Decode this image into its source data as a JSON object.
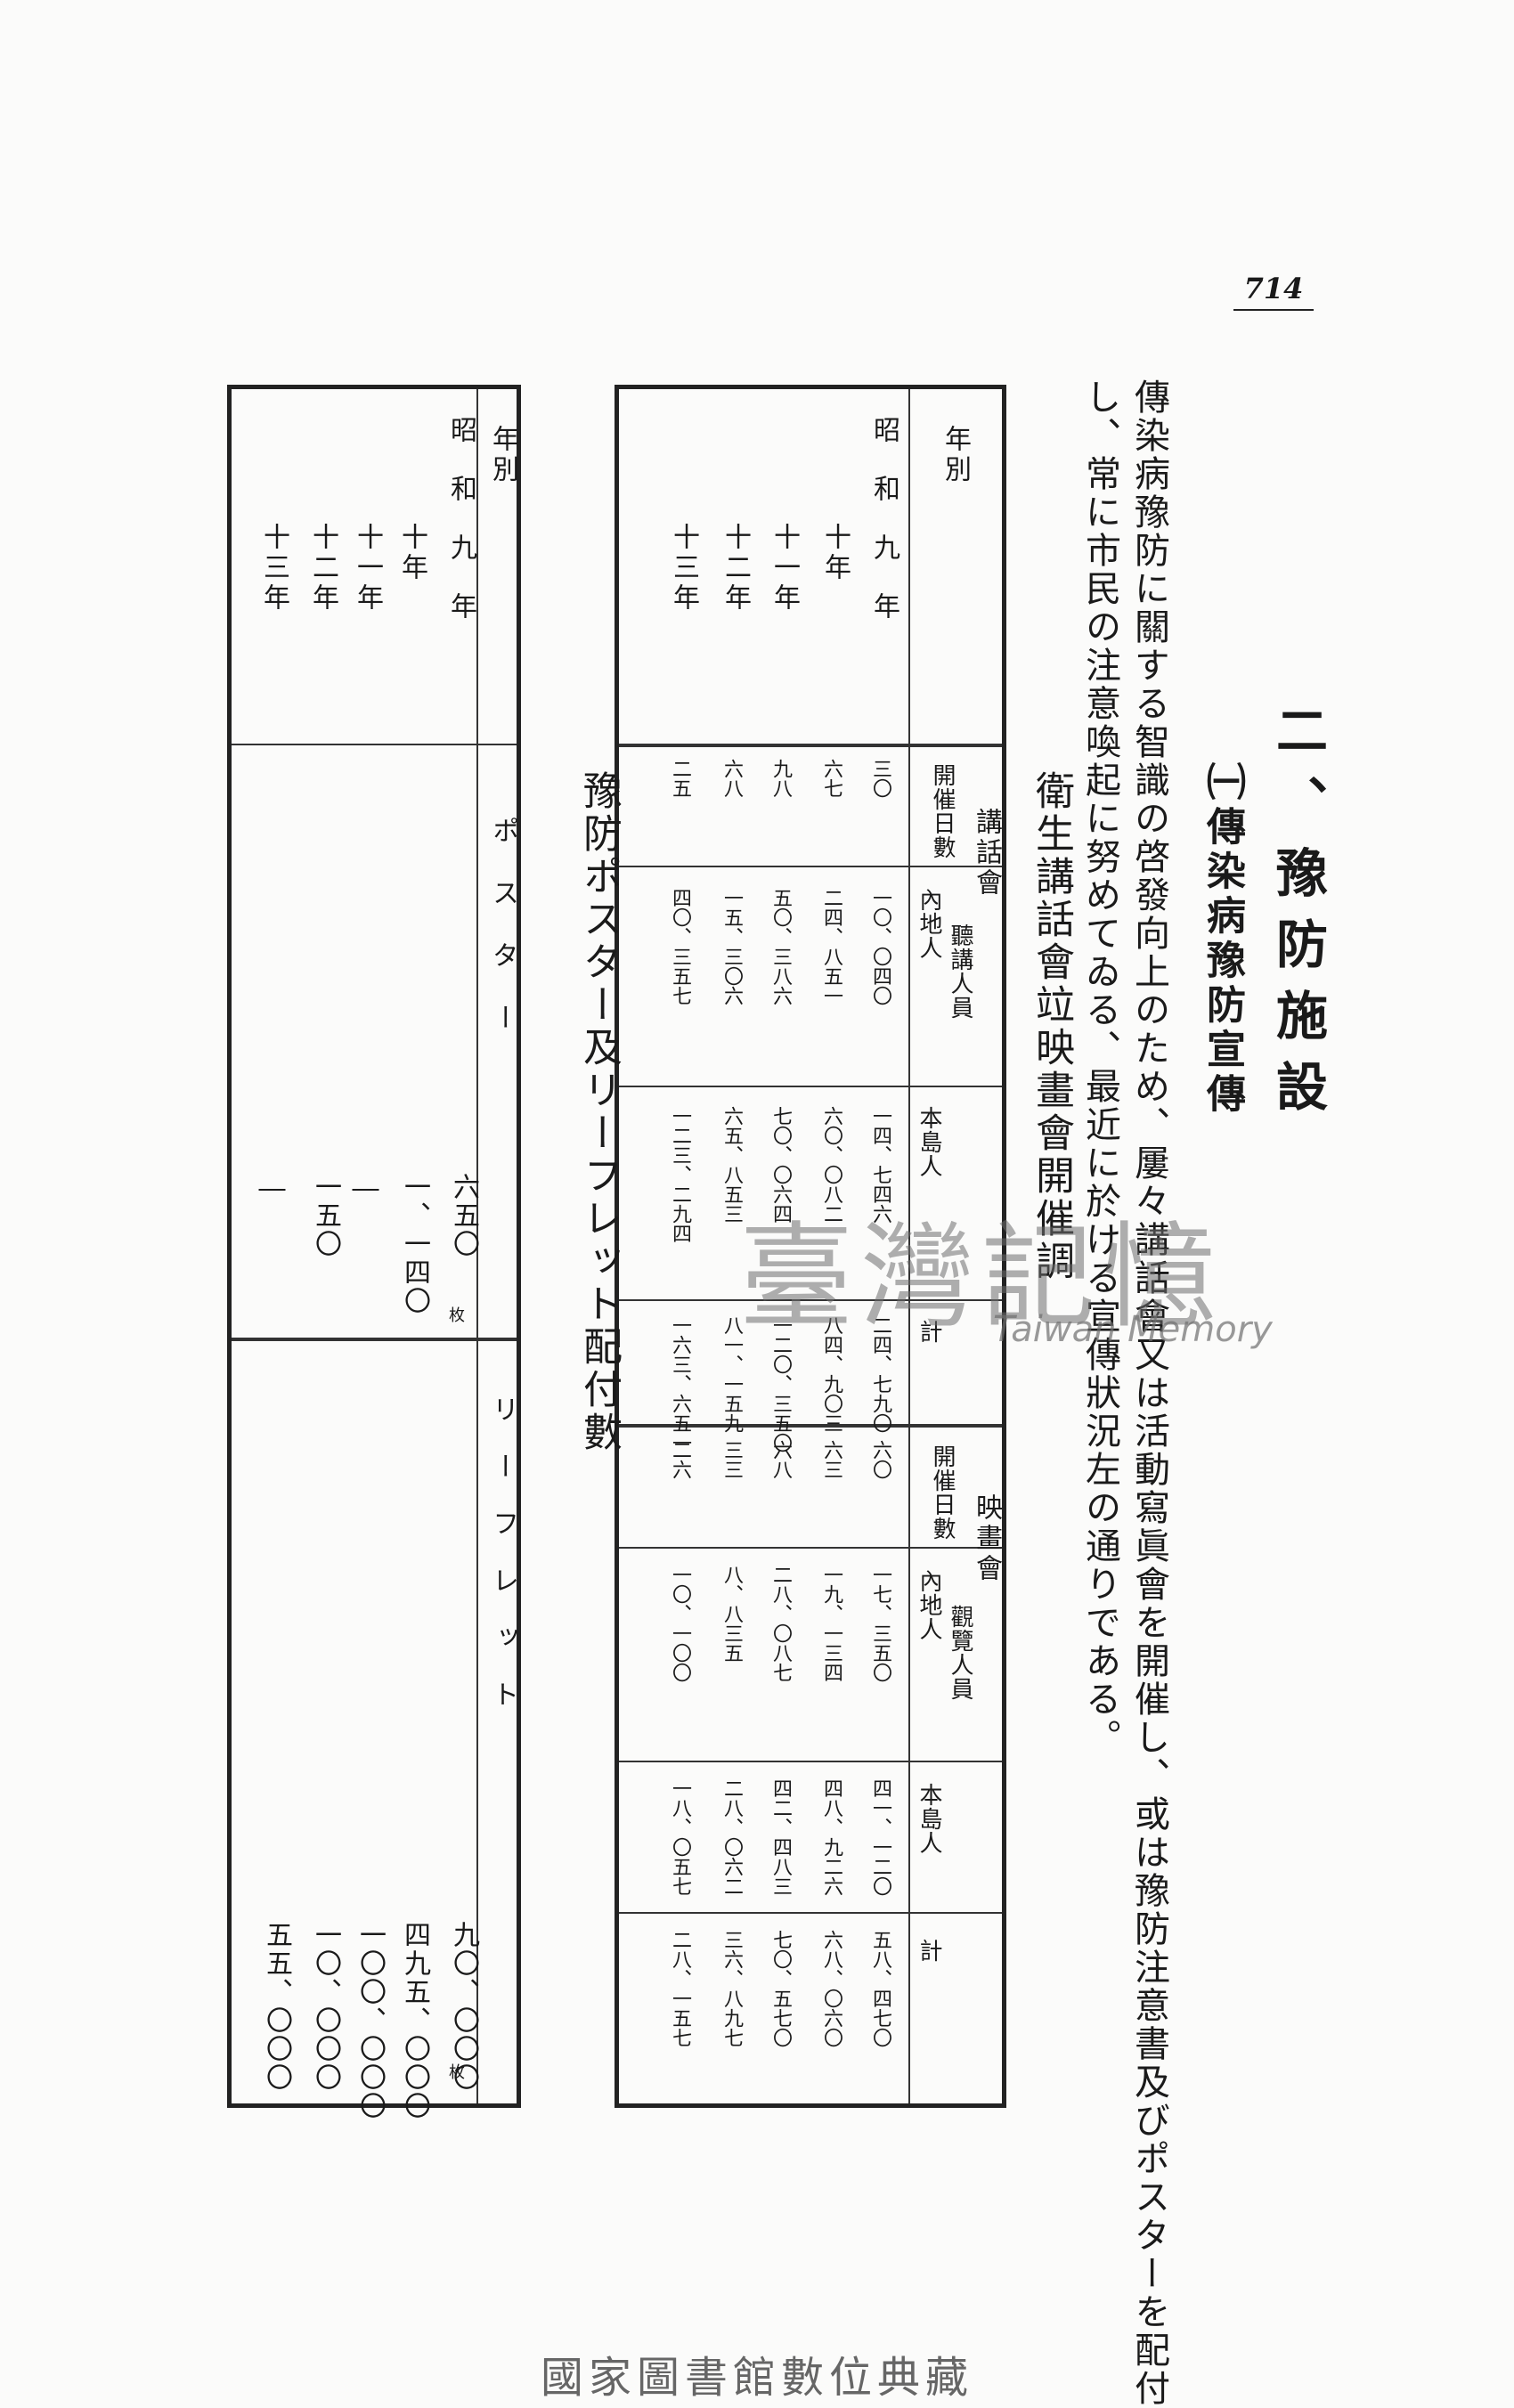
{
  "page_number": "714",
  "section_title": "二、豫防施設",
  "subsection_title": "㈠傳染病豫防宣傳",
  "paragraph": [
    "傳染病豫防に關する智識の啓發向上のため、屢々講話會又は活動寫眞會を開催し、或は豫防注意書及びポスターを配付",
    "し、常に市民の注意喚起に努めてゐる、最近に於ける宣傳狀況左の通りである。"
  ],
  "table1": {
    "caption": "衛生講話會竝映畫會開催調",
    "header_year": "年別",
    "group_lecture": "講話會",
    "group_film": "映畫會",
    "col_days": "開催日數",
    "col_attend_lecture": "聽講人員",
    "col_attend_film": "觀覽人員",
    "col_naichi": "內地人",
    "col_hontou": "本島人",
    "col_total": "計",
    "rows": [
      {
        "year": "昭和九年",
        "l_days": "三〇",
        "l_naichi": "一〇、〇四〇",
        "l_hontou": "一四、七四六",
        "l_total": "二四、七九〇",
        "f_days": "六〇",
        "f_naichi": "一七、三五〇",
        "f_hontou": "四一、一二〇",
        "f_total": "五八、四七〇"
      },
      {
        "year": "十年",
        "l_days": "六七",
        "l_naichi": "二四、八五一",
        "l_hontou": "六〇、〇八二",
        "l_total": "八四、九〇三",
        "f_days": "六三",
        "f_naichi": "一九、一三四",
        "f_hontou": "四八、九二六",
        "f_total": "六八、〇六〇"
      },
      {
        "year": "十一年",
        "l_days": "九八",
        "l_naichi": "五〇、三八六",
        "l_hontou": "七〇、〇六四",
        "l_total": "一二〇、三五〇",
        "f_days": "六八",
        "f_naichi": "二八、〇八七",
        "f_hontou": "四二、四八三",
        "f_total": "七〇、五七〇"
      },
      {
        "year": "十二年",
        "l_days": "六八",
        "l_naichi": "一五、三〇六",
        "l_hontou": "六五、八五三",
        "l_total": "八一、一五九",
        "f_days": "三三",
        "f_naichi": "八、八三五",
        "f_hontou": "二八、〇六二",
        "f_total": "三六、八九七"
      },
      {
        "year": "十三年",
        "l_days": "二五",
        "l_naichi": "四〇、三五七",
        "l_hontou": "一二三、二九四",
        "l_total": "一六三、六五一",
        "f_days": "二六",
        "f_naichi": "一〇、一〇〇",
        "f_hontou": "一八、〇五七",
        "f_total": "二八、一五七"
      }
    ]
  },
  "table2": {
    "caption": "豫防ポスター及リーフレット配付數",
    "header_year": "年別",
    "col_poster": "ポスター",
    "col_leaflet": "リーフレット",
    "unit": "枚",
    "rows": [
      {
        "year": "昭和九年",
        "poster": "六五〇",
        "leaflet": "九〇、〇〇〇"
      },
      {
        "year": "十年",
        "poster": "一、一四〇",
        "leaflet": "四九五、〇〇〇"
      },
      {
        "year": "十一年",
        "poster": "―",
        "leaflet": "一〇〇、〇〇〇"
      },
      {
        "year": "十二年",
        "poster": "一五〇",
        "leaflet": "一〇、〇〇〇"
      },
      {
        "year": "十三年",
        "poster": "―",
        "leaflet": "五五、〇〇〇"
      }
    ]
  },
  "watermark": "臺灣記憶",
  "watermark_en": "Taiwan Memory",
  "footer": "國家圖書館數位典藏"
}
